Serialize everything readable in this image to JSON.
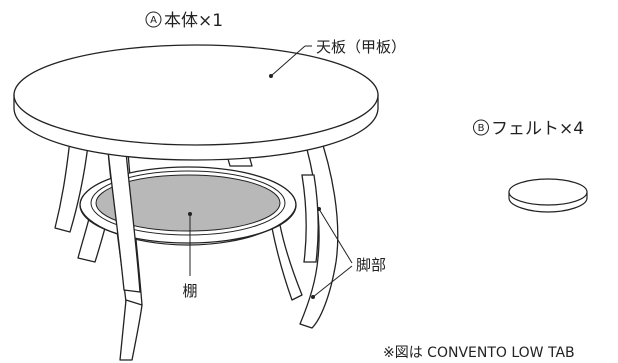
{
  "parts": {
    "main_body": {
      "marker": "A",
      "label": "本体×1"
    },
    "felt": {
      "marker": "B",
      "label": "フェルト×4"
    }
  },
  "callouts": {
    "top_board": "天板（甲板）",
    "shelf": "棚",
    "legs": "脚部"
  },
  "footnote": "※図は CONVENTO LOW TAB",
  "colors": {
    "line": "#222222",
    "shelf_fill": "#b8b8b8",
    "background": "#ffffff"
  }
}
